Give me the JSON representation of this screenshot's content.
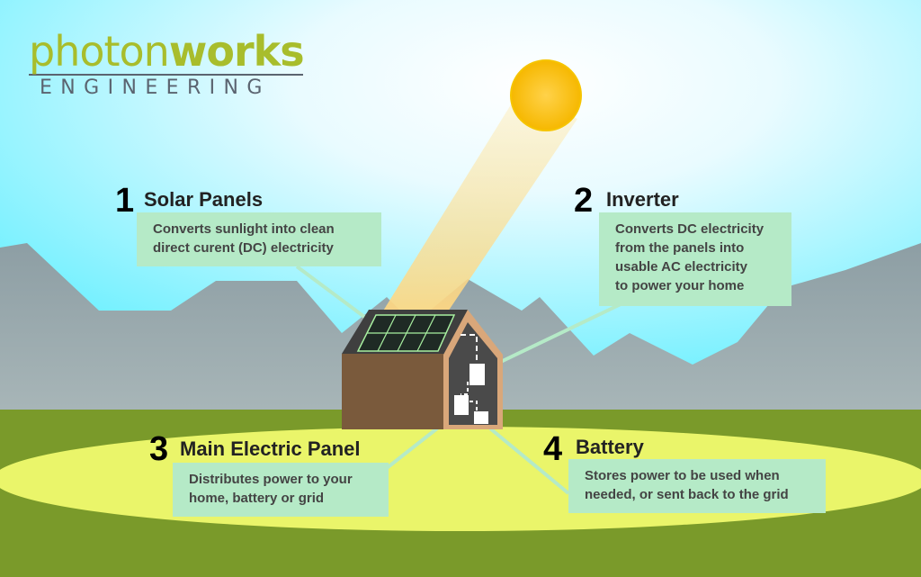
{
  "brand": {
    "name_light": "photon",
    "name_bold": "works",
    "subtitle": "ENGINEERING"
  },
  "steps": [
    {
      "number": "1",
      "title": "Solar Panels",
      "lines": [
        "Converts sunlight into clean",
        "direct curent (DC) electricity"
      ]
    },
    {
      "number": "2",
      "title": "Inverter",
      "lines": [
        "Converts DC electricity",
        "from the panels into",
        "usable AC electricity",
        "to power your home"
      ]
    },
    {
      "number": "3",
      "title": "Main Electric Panel",
      "lines": [
        "Distributes power to your",
        "home, battery or grid"
      ]
    },
    {
      "number": "4",
      "title": "Battery",
      "lines": [
        "Stores power to be used when",
        "needed, or sent back to the grid"
      ]
    }
  ],
  "colors": {
    "sky_top": "#6ff0ff",
    "sun": "#f6c400",
    "mountain": "#8a9aa0",
    "grass": "#7a9a2a",
    "lawn": "#eaf56a",
    "callout_bg": "#b5eac7",
    "connector": "#b5eac7",
    "house_wall": "#7a5a3c",
    "house_trim": "#d9a77a",
    "logo_green": "#a8bd2c",
    "logo_gray": "#5b6470"
  }
}
